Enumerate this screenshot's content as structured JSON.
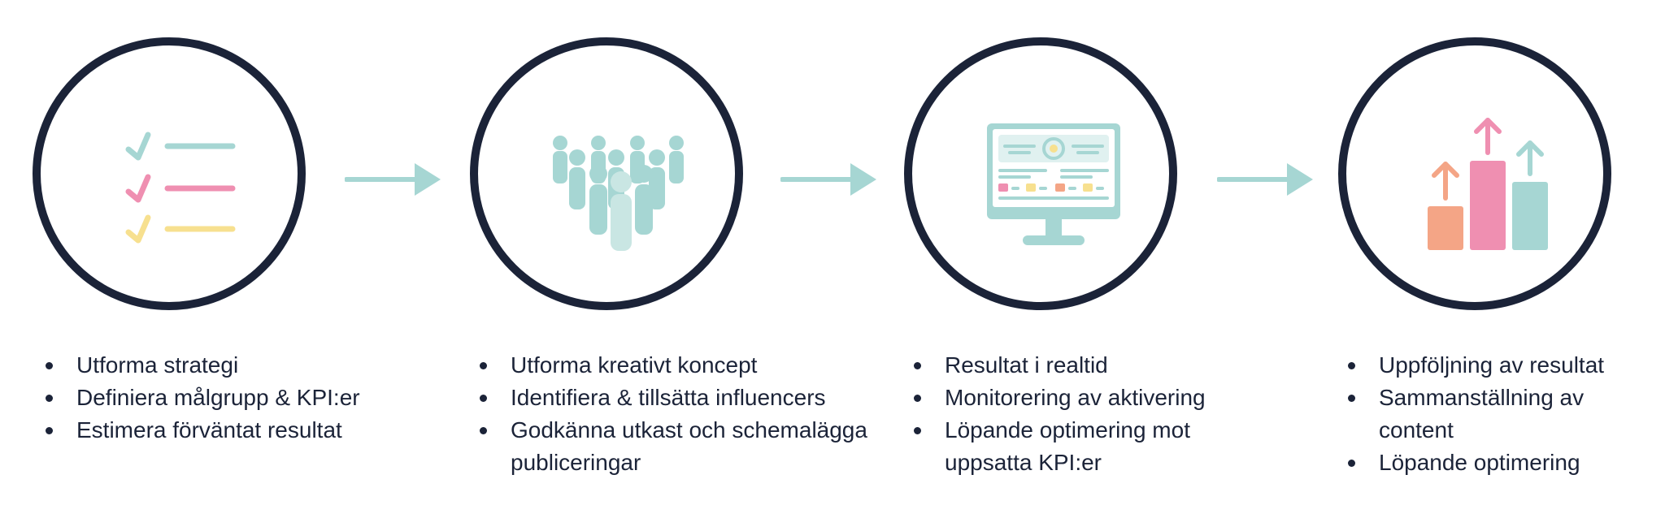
{
  "colors": {
    "navy": "#1b2338",
    "teal": "#a6d6d3",
    "teal_light": "#c9e6e3",
    "pink": "#ef8fb1",
    "yellow": "#f7e08f",
    "orange": "#f4a586"
  },
  "steps": [
    {
      "icon": "checklist-icon",
      "bullets": [
        "Utforma strategi",
        "Definiera målgrupp & KPI:er",
        "Estimera förväntat resultat"
      ]
    },
    {
      "icon": "people-group-icon",
      "bullets": [
        "Utforma kreativt koncept",
        "Identifiera & tillsätta influencers",
        "Godkänna utkast och schemalägga publiceringar"
      ]
    },
    {
      "icon": "monitor-dashboard-icon",
      "bullets": [
        "Resultat i realtid",
        "Monitorering av aktivering",
        "Löpande optimering mot uppsatta KPI:er"
      ]
    },
    {
      "icon": "growth-bar-chart-icon",
      "bullets": [
        "Uppföljning av resultat",
        "Sammanställning av content",
        "Löpande optimering"
      ]
    }
  ]
}
